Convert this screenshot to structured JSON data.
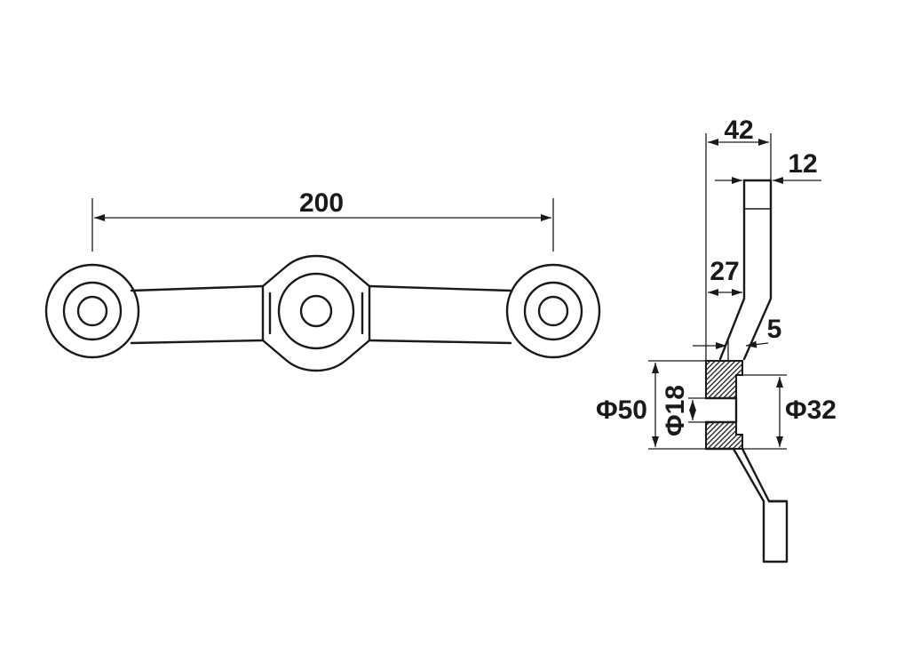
{
  "front_view": {
    "overall_length": "200"
  },
  "side_view": {
    "total_depth": "42",
    "arm_thickness": "12",
    "offset": "27",
    "step": "5",
    "outer_diameter": "Φ50",
    "hole_diameter": "Φ18",
    "boss_diameter": "Φ32"
  }
}
